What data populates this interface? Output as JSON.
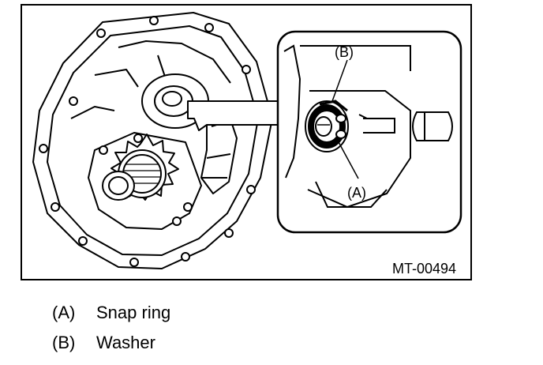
{
  "figure": {
    "id_label": "MT-00494",
    "callout_a": "(A)",
    "callout_b": "(B)"
  },
  "legend": [
    {
      "code": "(A)",
      "text": "Snap ring"
    },
    {
      "code": "(B)",
      "text": "Washer"
    }
  ]
}
